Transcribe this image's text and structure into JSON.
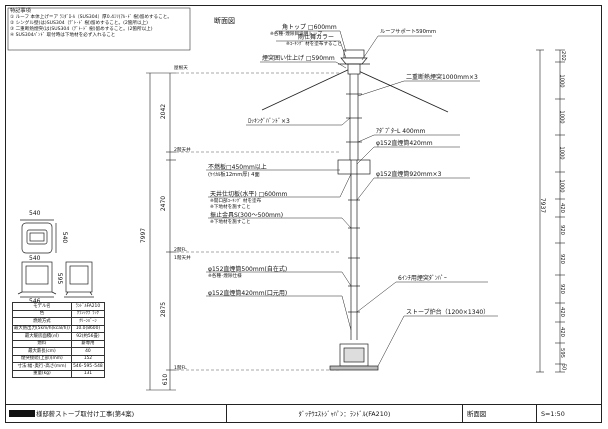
{
  "notes": {
    "title": "特記事項",
    "items": [
      "① ルーフ 本体上げ＝ア ﾗﾐﾀﾞﾛ-ﾙ（SUS304）厚0.4ﾐﾘ(ｱﾙ･ﾄﾞ 樹)留めすること。",
      "② シングル壁(は)SUS304（ﾃﾞﾄ･ﾄﾞ 樹)留めすること。(2箇所以上)",
      "③ 二重断熱煙突(は)SUS304（ﾃﾞﾄ･ﾄﾞ 樹)留めすること。(2箇所以上)",
      "④ SUS304ﾊﾞﾝﾄﾞ 取付時は下地材を必ず入れること"
    ]
  },
  "dims_plan": {
    "w1": "540",
    "d1": "540",
    "w2": "540",
    "d2": "595",
    "w3": "546"
  },
  "spec_table": [
    [
      "モデル名",
      "ﾗﾝﾄﾞﾙFA210"
    ],
    [
      "色",
      "ｸﾗｼｯｸﾌﾞﾗｯｸ"
    ],
    [
      "燃焼方式",
      "ｸﾘｰﾝﾊﾞｰﾝ"
    ],
    [
      "最大熱出力(5km/h(kcal/h))",
      "10.0(8600)"
    ],
    [
      "最大暖房面積(㎡)",
      "92(約56畳)"
    ],
    [
      "燃料",
      "薪専用"
    ],
    [
      "最大薪長(cm)",
      "40"
    ],
    [
      "煙突接続(上部)(mm)",
      "152"
    ],
    [
      "寸法:幅･奥行･高さ(mm)",
      "546･595･548"
    ],
    [
      "重量(kg)",
      "131"
    ]
  ],
  "drawing": {
    "section_label": "断面図",
    "labels": {
      "cap": "角トップ □600mm",
      "cap_sub": "※各種･煙除目途用トップ",
      "rain_cover": "雨仕舞カラー",
      "rain_note": "※ｺｰｷﾝｸﾞ 材を塗布すること",
      "roof_support": "ルーフサポート590mm",
      "flashing": "煙突囲い仕上げ □590mm",
      "double_flue": "二重断熱煙突1000mm×3",
      "locking_band": "ﾛｯｷﾝｸﾞﾊﾞﾝﾄﾞ×3",
      "adapter": "ｱﾀﾞﾌﾟﾀｰL 400mm",
      "straight_420": "φ152直煙筒420mm",
      "noncombustible": "不燃板□450mm以上",
      "noncombustible_sub": "(ｹｲｶﾙ板12mm厚) 4面",
      "straight_920": "φ152直煙筒920mm×3",
      "ceiling_cover": "天井仕切板(水平) □600mm",
      "ceiling_note1": "※開口部ｺｰｷﾝｸﾞ 材を塗布",
      "ceiling_note2": "※下地材を施すこと",
      "brace": "振止金具S(300～500mm)",
      "brace_note": "※下地材を施すこと",
      "inch_damper": "6ｲﾝﾁ用煙突ﾀﾞﾝﾊﾟｰ",
      "straight_500": "φ152直煙筒500mm(自在式)",
      "straight_500_note": "※各種･煙除仕様",
      "straight_420_base": "φ152直煙筒420mm(口元用)",
      "hearth": "ストーブ炉台（1200×1340）"
    },
    "level_labels": {
      "roof_top": "屋根天",
      "ceiling": "2階天井",
      "floor2": "2階FL",
      "floor1_ceiling": "1階天井",
      "floor1": "1階FL"
    },
    "left_dims": [
      "2042",
      "2470",
      "2875",
      "610"
    ],
    "left_total": "7997",
    "right_dims": [
      "202",
      "1000",
      "1000",
      "1000",
      "1000",
      "420",
      "920",
      "920",
      "920",
      "420",
      "420",
      "595",
      "50"
    ],
    "right_total": "7937"
  },
  "title_block": {
    "project": "様邸薪ストーブ取付け工事(第4案)",
    "product": "ﾀﾞｯﾁｳｴｽﾄｼﾞｬﾊﾟﾝ：ﾗﾝﾄﾞﾙ(FA210)",
    "drawing_name": "断面図",
    "scale": "S=1:50"
  }
}
